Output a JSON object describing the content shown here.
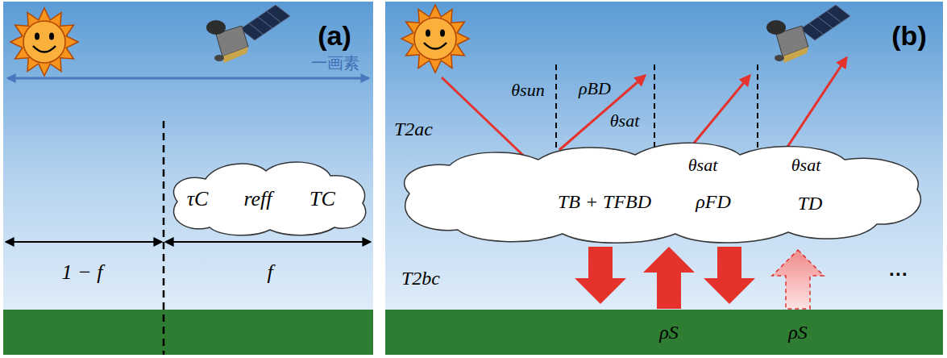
{
  "diagram": {
    "nodes": [
      {
        "text": [
          "τC",
          "reff",
          "TC"
        ]
      },
      {
        "text": [
          "TB + TFBD",
          "ρFD",
          "TD"
        ]
      }
    ],
    "labels": [
      "(a)",
      "一画素",
      "1 − f",
      "f",
      "(b)",
      "T2ac",
      "θsun",
      "θsat",
      "ρBD",
      "θsat",
      "θsat",
      "T2bc",
      "ρS",
      "ρS",
      "···"
    ]
  }
}
